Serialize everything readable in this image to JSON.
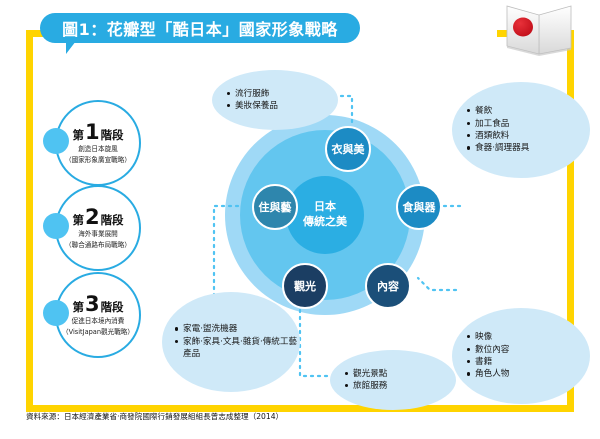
{
  "title": {
    "text": "圖1：花瓣型「酷日本」國家形象戰略"
  },
  "icons": {
    "flag_book": "japan-flag-book-icon"
  },
  "stages": [
    {
      "prefix": "第",
      "number": "1",
      "suffix": "階段",
      "sub1": "創造日本旋風",
      "sub2": "（國家形象廣宣戰略）"
    },
    {
      "prefix": "第",
      "number": "2",
      "suffix": "階段",
      "sub1": "海外事業展開",
      "sub2": "（聯合通路布局戰略）"
    },
    {
      "prefix": "第",
      "number": "3",
      "suffix": "階段",
      "sub1": "促進日本境內消費",
      "sub2": "（VisitJapan觀光戰略）"
    }
  ],
  "core": {
    "line1": "日本",
    "line2": "傳統之美"
  },
  "petals": [
    {
      "id": "yi",
      "label": "衣與美"
    },
    {
      "id": "shi",
      "label": "食與器"
    },
    {
      "id": "nei",
      "label": "內容"
    },
    {
      "id": "guan",
      "label": "觀光"
    },
    {
      "id": "zhu",
      "label": "住與藝"
    }
  ],
  "bubbles": {
    "top": [
      "流行服飾",
      "美妝保養品"
    ],
    "right_top": [
      "餐飲",
      "加工食品",
      "酒類飲料",
      "食器‧調理器具"
    ],
    "right_bottom": [
      "映像",
      "數位內容",
      "書籍",
      "角色人物"
    ],
    "bottom": [
      "觀光景點",
      "旅館服務"
    ],
    "left_bottom": [
      "家電‧盥洗機器",
      "家飾‧家具‧文具‧雜貨‧傳統工藝產品"
    ]
  },
  "source": {
    "text": "資料來源：日本經濟產業省‧商發院國際行銷發展組組長曾志成整理（2014）"
  },
  "colors": {
    "frame": "#FFD400",
    "title_bubble": "#29ABE2",
    "outer_ring": "#9FD9F6",
    "mid_ring": "#63C6EF",
    "core": "#2BAEE3",
    "bubble": "#CFE9F8",
    "petal_dark": "#1B3E63",
    "petal_blue": "#1C8BC4"
  }
}
